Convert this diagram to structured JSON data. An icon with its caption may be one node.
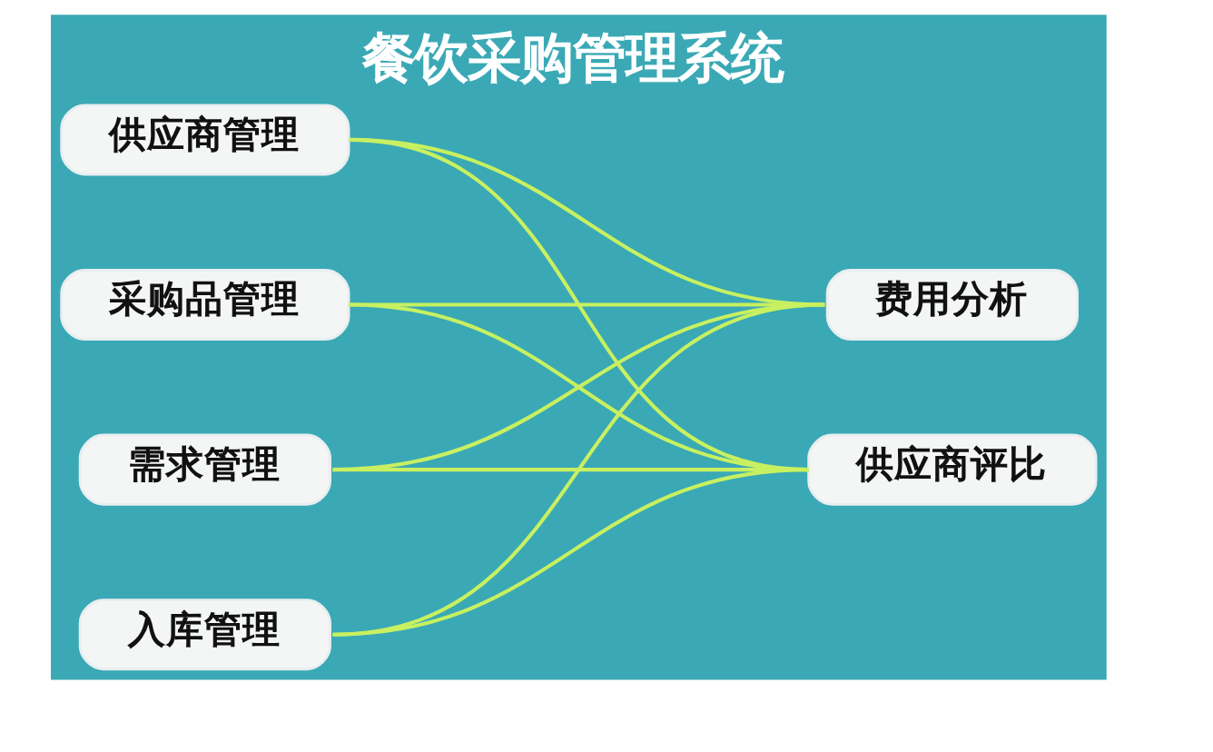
{
  "diagram": {
    "title": "餐饮采购管理系统",
    "nodes": [
      {
        "text": [
          "供应商管理"
        ]
      },
      {
        "text": [
          "采购品管理"
        ]
      },
      {
        "text": [
          "需求管理"
        ]
      },
      {
        "text": [
          "入库管理"
        ]
      },
      {
        "text": [
          "费用分析"
        ]
      },
      {
        "text": [
          "供应商评比"
        ]
      }
    ],
    "edges": [
      {
        "from": 0,
        "to": 4,
        "arrow": "none"
      },
      {
        "from": 0,
        "to": 5,
        "arrow": "none"
      },
      {
        "from": 1,
        "to": 4,
        "arrow": "none"
      },
      {
        "from": 1,
        "to": 5,
        "arrow": "none"
      },
      {
        "from": 2,
        "to": 4,
        "arrow": "none"
      },
      {
        "from": 2,
        "to": 5,
        "arrow": "none"
      },
      {
        "from": 3,
        "to": 4,
        "arrow": "none"
      },
      {
        "from": 3,
        "to": 5,
        "arrow": "none"
      }
    ]
  }
}
